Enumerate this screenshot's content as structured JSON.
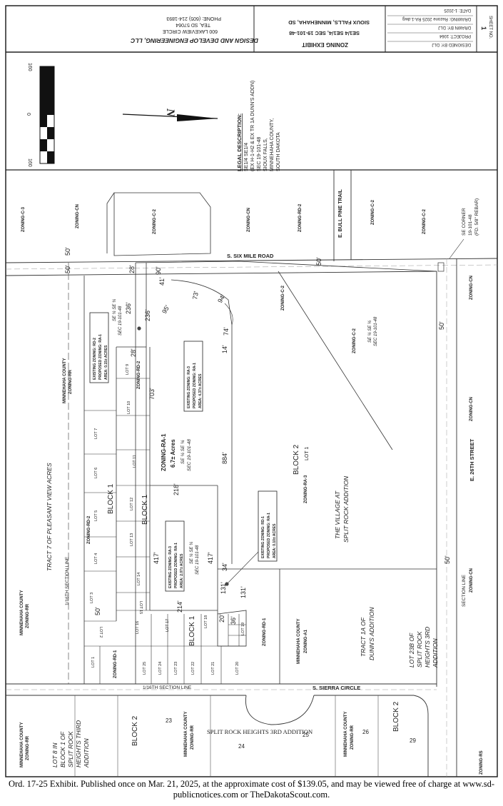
{
  "title_block": {
    "company": "DESIGN AND DEVELOP ENGINEERING, LLC",
    "address1": "600 LAKEVIEW CIRCLE",
    "address2": "TEA, SD 57064",
    "phone": "PHONE: (605) 214-1893",
    "exhibit_title": "ZONING EXHIBIT",
    "exhibit_sub": "SE1/4 SE1/4, SEC 19-101-48",
    "exhibit_city": "SIOUX FALLS, MINNEHAHA, SD",
    "info": [
      "DESIGNED BY:  DLJ",
      "PROJECT:  1064",
      "DRAWN BY:  DLJ",
      "DRAWING:  Rezone 2025 RA-1.dwg",
      "DATE:  1-2025"
    ],
    "sheet_label": "SHEET NO.",
    "sheet_no": "1"
  },
  "legal": {
    "heading": "LEGAL DESCRIPTION:",
    "lines": [
      "SE1/4 SE1/4",
      "(EX H-1-H2 & EX TR 1A DUNN'S ADDN)",
      "SEC 19-101-48",
      "SIOUX FALLS,",
      "MINNEHAHA COUNTY,",
      "SOUTH DAKOTA"
    ]
  },
  "scale": {
    "top": "160",
    "mid": "0",
    "bottom": "160"
  },
  "north": "N",
  "roads": {
    "six_mile": "S. SIX MILE ROAD",
    "bull_pine": "E. BULL PINE TRAIL",
    "street26": "E. 26TH STREET",
    "sierra": "S. SIERRA CIRCLE",
    "section_line_16th_a": "1/16TH SECTION LINE",
    "section_line_16th_b": "1/16TH SECTION LINE",
    "section_line": "SECTION LINE"
  },
  "se_corner": [
    "SE CORNER",
    "19-101-48",
    "(FD. 5/8\" REBAR)"
  ],
  "zoning": {
    "c3": "ZONING-C-3",
    "cn1": "ZONING-CN",
    "c2a": "ZONING-C-2",
    "cn2": "ZONING-CN",
    "rd2a": "ZONING-RD-2",
    "c2b": "ZONING-C-2",
    "c2c": "ZONING-C-2",
    "c2d": "ZONING-C-2",
    "cn3": "ZONING-CN",
    "cn4": "ZONING-CN",
    "cn5": "ZONING-CN",
    "c2e": "ZONING-C-2",
    "rd2b": "ZONING-RD-2",
    "rd2c": "ZONING-RD-2",
    "rd1": "ZONING-RD-1",
    "rd1b": "ZONING-RD-1",
    "ra3": "ZONING-RA-3",
    "a1": "ZONING-A1",
    "rr": "ZONING-RR",
    "rs": "ZONING-RS"
  },
  "county": {
    "mc1": "MINNEHAHA COUNTY",
    "mc1z": "ZONING-RR",
    "mc2": "MINNEHAHA COUNTY",
    "mc2z": "ZONING-RR",
    "mc3": "MINNEHAHA COUNTY",
    "mc3z": "ZONING-RR",
    "mc4": "MINNEHAHA COUNTY",
    "mc4z": "ZONING-RR",
    "mc5": "MINNEHAHA COUNTY",
    "mc5z": "ZONING-RR",
    "mc6": "MINNEHAHA COUNTY",
    "mc6z": "ZONING-A1"
  },
  "subject": {
    "zone": "ZONING-RA-1",
    "acres": "6.7± Acres",
    "sec1": "SE ¼ SE ¼",
    "sec2": "SEC 19-101-48"
  },
  "blocks": {
    "block1a": "BLOCK 1",
    "block1b": "BLOCK 1",
    "block1c": "BLOCK 1",
    "block2": "BLOCK 2",
    "lot1": "LOT 1",
    "block2b": "BLOCK 2",
    "block2c": "BLOCK 2"
  },
  "tracts": {
    "tract7": "TRACT 7 OF PLEASANT VIEW ACRES",
    "village1": "THE VILLAGE AT",
    "village2": "SPLIT ROCK ADDITION",
    "tract1a1": "TRACT 1A OF",
    "tract1a2": "DUNN'S ADDITION",
    "lot23b": [
      "LOT 23B OF",
      "SPLIT ROCK",
      "HEIGHTS 3RD",
      "ADDITION"
    ],
    "lot8": [
      "LOT 8 IN",
      "BLOCK 1 OF",
      "SPLIT ROCK",
      "HEIGHTS THIRD",
      "ADDITION"
    ],
    "srh3": "SPLIT ROCK HEIGHTS 3RD ADDITION",
    "n23": "23",
    "n24": "24",
    "n25": "25",
    "n26": "26",
    "n29": "29"
  },
  "callouts": {
    "c1": [
      "EXISTING ZONING: RD-2",
      "PROPOSED ZONING: RA-1",
      "AREA: 0.15± ACRES"
    ],
    "c2": [
      "EXISTING ZONING: RA-3",
      "PROPOSED ZONING: RA-1",
      "AREA: 4.37± ACRES"
    ],
    "c3": [
      "EXISTING ZONING: RA-3",
      "PROPOSED ZONING: RA-1",
      "AREA: 2.07± ACRES"
    ],
    "c4": [
      "EXISTING ZONING: RD-1",
      "PROPOSED ZONING: RA-1",
      "AREA: 0.10± ACRES"
    ]
  },
  "quarter_labels": {
    "q1a": "SE ¼ SE ¼",
    "q1b": "SEC 19-101-48",
    "q2a": "SE ¼ SE ¼",
    "q2b": "SEC 19-101-48",
    "q3a": "SE ¼ SE ¼",
    "q3b": "SEC 19-101-48"
  },
  "dims": {
    "d50a": "50'",
    "d50b": "50'",
    "d50c": "50'",
    "d50d": "50'",
    "d50e": "50'",
    "d50f": "50'",
    "d28a": "28'",
    "d28b": "28'",
    "d90": "90'",
    "d41": "41'",
    "d95": "95'",
    "d73": "73'",
    "d94": "94'",
    "d74": "74'",
    "d14": "14'",
    "d236a": "236'",
    "d236b": "236'",
    "d703": "703'",
    "d884": "884'",
    "d218": "218'",
    "d417a": "417'",
    "d417b": "417'",
    "d214": "214'",
    "d34": "34'",
    "d131a": "131'",
    "d131b": "131'",
    "d20": "20'",
    "d36": "36'"
  },
  "lots": {
    "l1": "LOT 1",
    "l2": "LOT 2",
    "l3": "LOT 3",
    "l4": "LOT 4",
    "l5": "LOT 5",
    "l6": "LOT 6",
    "l7": "LOT 7",
    "l9": "LOT 9",
    "l10": "LOT 10",
    "l11": "LOT 11",
    "l12": "LOT 12",
    "l13": "LOT 13",
    "l14": "LOT 14",
    "l15": "LOT 15",
    "l16": "LOT 16",
    "l17": "LOT 17",
    "l18": "LOT 18",
    "l19": "LOT 19",
    "l20": "LOT 20",
    "l21": "LOT 21",
    "l22": "LOT 22",
    "l23": "LOT 23",
    "l24": "LOT 24",
    "l25": "LOT 25"
  },
  "caption": "Ord. 17-25 Exhibit. Published once on Mar. 21, 2025, at the approximate cost of $139.05, and may be viewed free of charge at www.sd-publicnotices.com or TheDakotaScout.com."
}
